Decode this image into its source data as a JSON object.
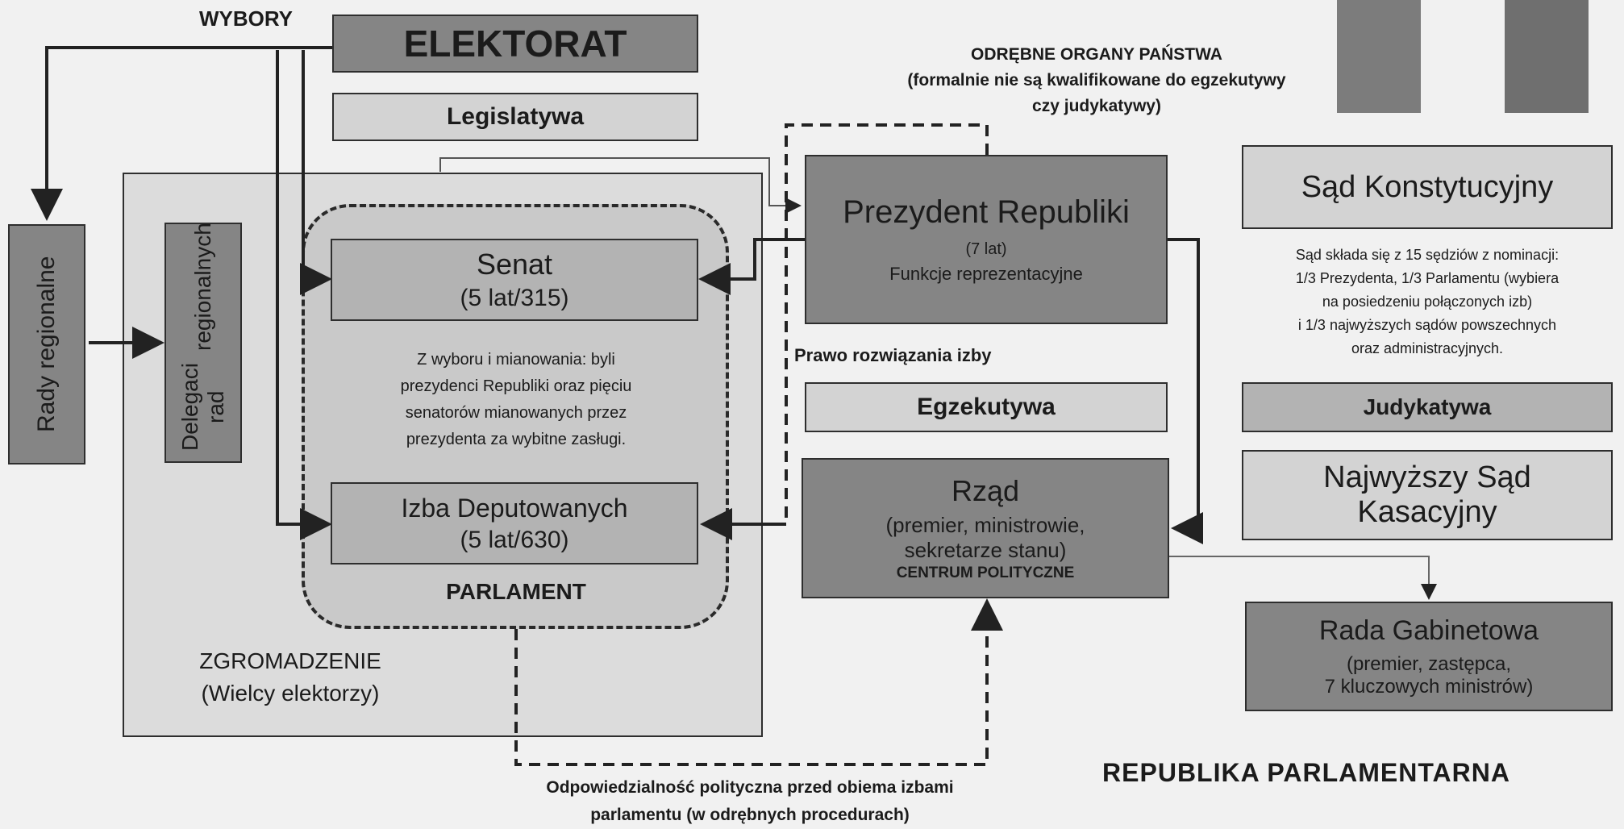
{
  "top_label": "WYBORY",
  "elektorat": "ELEKTORAT",
  "legislatywa": "Legislatywa",
  "separate_organs": {
    "line1": "ODRĘBNE ORGANY PAŃSTWA",
    "line2": "(formalnie nie są kwalifikowane do egzekutywy",
    "line3": "czy judykatywy)"
  },
  "rady_regionalne": "Rady regionalne",
  "delegaci": {
    "line1": "Delegaci rad",
    "line2": "regionalnych"
  },
  "senat": {
    "title": "Senat",
    "term": "(5 lat/315)"
  },
  "senat_note": {
    "line1": "Z wyboru i mianowania: byli",
    "line2": "prezydenci Republiki oraz pięciu",
    "line3": "senatorów mianowanych przez",
    "line4": "prezydenta za wybitne zasługi."
  },
  "izba": {
    "title": "Izba Deputowanych",
    "term": "(5 lat/630)"
  },
  "parlament": "PARLAMENT",
  "zgromadzenie": {
    "line1": "ZGROMADZENIE",
    "line2": "(Wielcy elektorzy)"
  },
  "prezydent": {
    "title": "Prezydent Republiki",
    "term": "(7 lat)",
    "role": "Funkcje reprezentacyjne"
  },
  "dissolution": "Prawo rozwiązania izby",
  "egzekutywa": "Egzekutywa",
  "rzad": {
    "title": "Rząd",
    "line1": "(premier, ministrowie,",
    "line2": "sekretarze stanu)",
    "center": "CENTRUM POLITYCZNE"
  },
  "responsibility": {
    "line1": "Odpowiedzialność polityczna przed obiema izbami",
    "line2": "parlamentu (w odrębnych procedurach)"
  },
  "sad_konst": "Sąd Konstytucyjny",
  "sad_note": {
    "line1": "Sąd składa się z 15 sędziów z nominacji:",
    "line2": "1/3 Prezydenta, 1/3 Parlamentu (wybiera",
    "line3": "na posiedzeniu połączonych izb)",
    "line4": "i 1/3 najwyższych sądów powszechnych",
    "line5": "oraz administracyjnych."
  },
  "judykatywa": "Judykatywa",
  "najwyzszy": {
    "line1": "Najwyższy Sąd",
    "line2": "Kasacyjny"
  },
  "rada_gab": {
    "title": "Rada Gabinetowa",
    "line1": "(premier, zastępca,",
    "line2": "7 kluczowych ministrów)"
  },
  "footer_title": "REPUBLIKA PARLAMENTARNA",
  "colors": {
    "dark_box": "#858585",
    "mid_box": "#b3b3b3",
    "light_box": "#d3d3d3",
    "flag_bar": "#7a7a7a"
  }
}
